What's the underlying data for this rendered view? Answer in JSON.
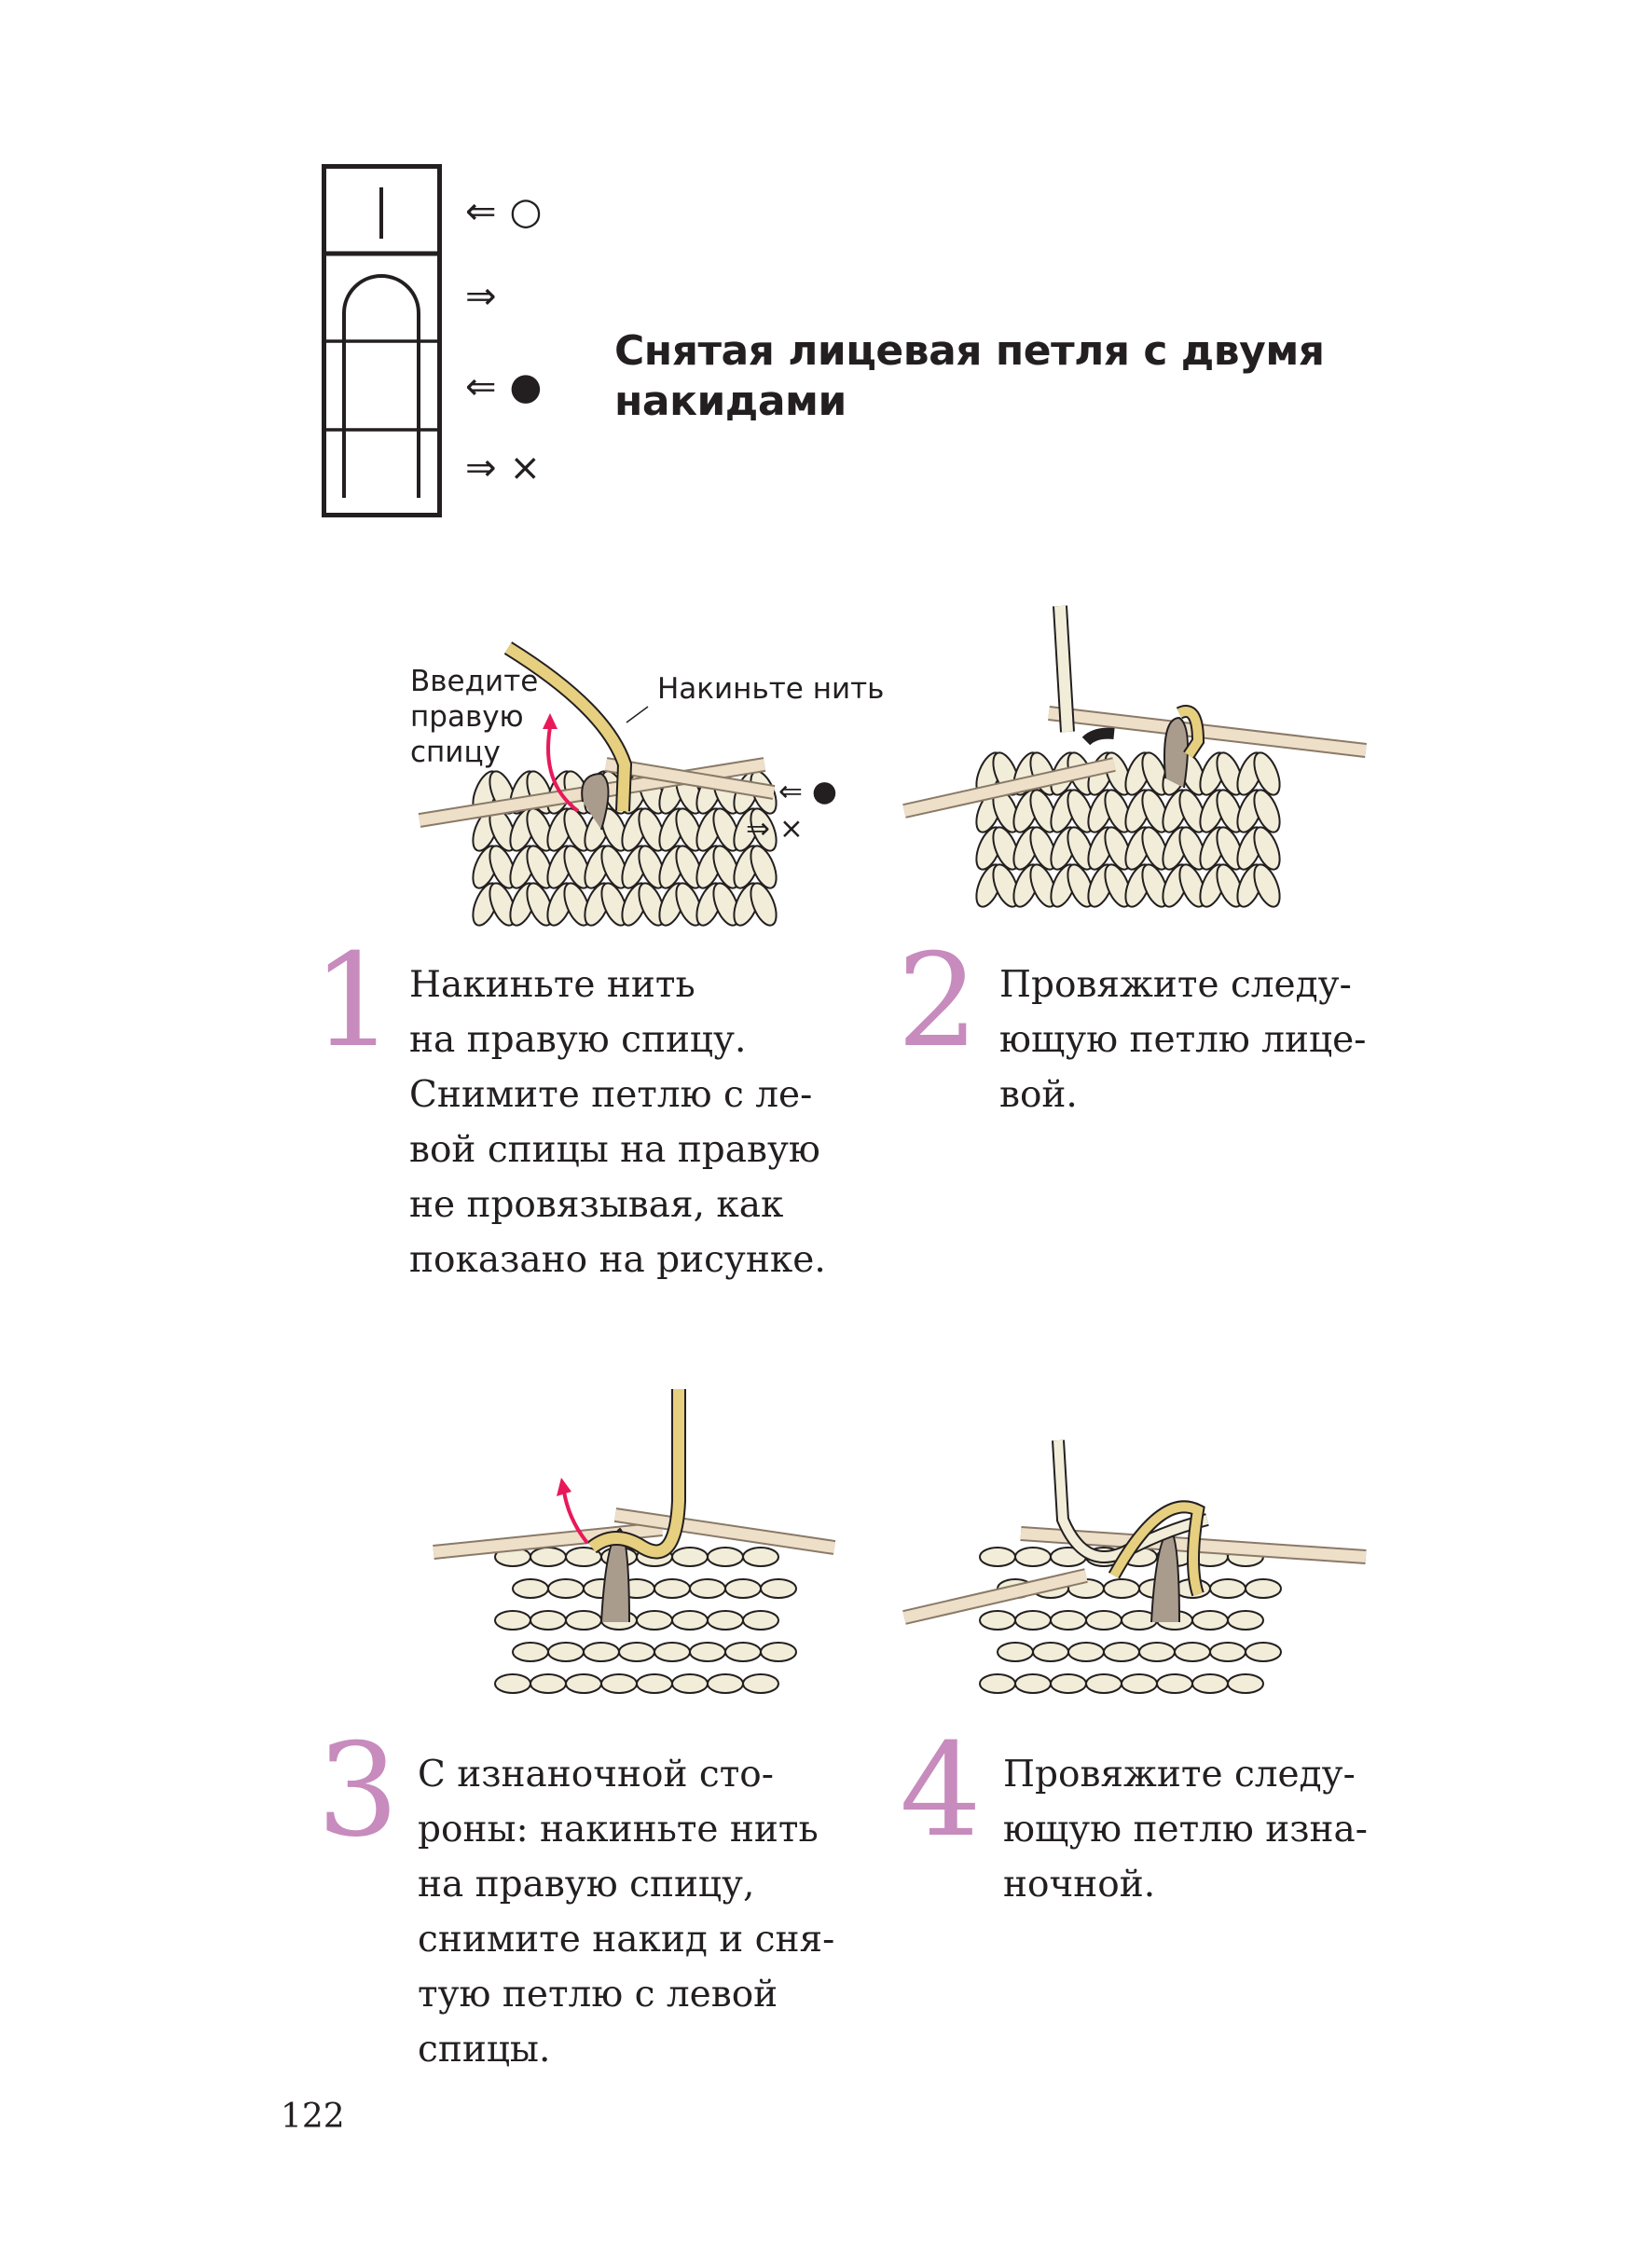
{
  "title": "Снятая лицевая петля с двумя накидами",
  "title_lines": [
    "Снятая лицевая петля с двумя",
    "накидами"
  ],
  "legend": [
    {
      "arrow": "⇐",
      "symbol": "○"
    },
    {
      "arrow": "⇒",
      "symbol": ""
    },
    {
      "arrow": "⇐",
      "symbol": "●"
    },
    {
      "arrow": "⇒",
      "symbol": "×"
    }
  ],
  "illustration1": {
    "label_insert": [
      "Введите",
      "правую",
      "спицу"
    ],
    "label_yarn": "Накиньте нить",
    "row_marks": [
      {
        "arrow": "⇐",
        "symbol": "●"
      },
      {
        "arrow": "⇒",
        "symbol": "×"
      }
    ]
  },
  "steps": [
    {
      "number": "1",
      "lines": [
        "Накиньте нить",
        "на правую спицу.",
        "Снимите петлю с ле-",
        "вой спицы на правую",
        "не провязывая, как",
        "показано на рисунке."
      ]
    },
    {
      "number": "2",
      "lines": [
        "Провяжите следу-",
        "ющую петлю лице-",
        "вой."
      ]
    },
    {
      "number": "3",
      "lines": [
        "С изнаночной сто-",
        "роны: накиньте нить",
        "на правую спицу,",
        "снимите накид и сня-",
        "тую петлю с левой",
        "спицы."
      ]
    },
    {
      "number": "4",
      "lines": [
        "Провяжите следу-",
        "ющую петлю изна-",
        "ночной."
      ]
    }
  ],
  "page_number": "122",
  "colors": {
    "accent": "#c78bbd",
    "yarn_main": "#f1edd9",
    "yarn_contrast": "#e6cf7f",
    "slipped": "#a99c8d",
    "needle": "#eedfc9",
    "arrow": "#e8195a"
  }
}
